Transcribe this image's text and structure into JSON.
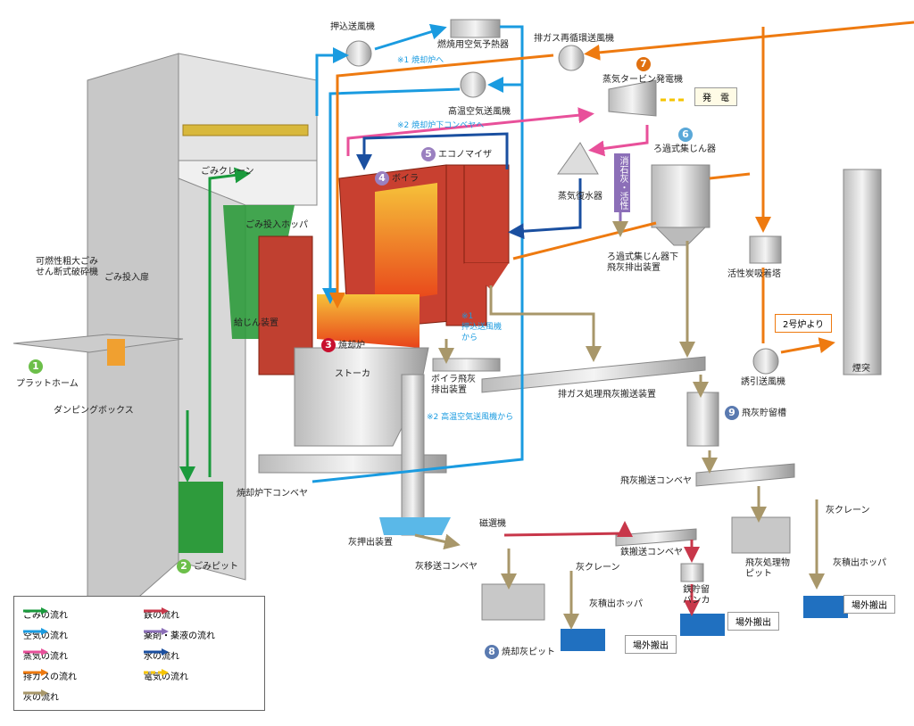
{
  "labels": {
    "push_fan": "押込送風機",
    "air_preheater": "燃焼用空気予熱器",
    "note1_to": "※1 焼却炉へ",
    "recirc_fan": "排ガス再循環送風機",
    "hot_air_fan": "高温空気送風機",
    "note2_to": "※2 焼却炉下コンベヤへ",
    "turbine": "蒸気タービン発電機",
    "power": "発　電",
    "bag_filter": "ろ過式集じん器",
    "economizer": "エコノマイザ",
    "boiler": "ボイラ",
    "crane": "ごみクレーン",
    "condenser": "蒸気復水器",
    "lime": "消石灰・活性炭",
    "hopper": "ごみ投入ホッパ",
    "shredder": "可燃性粗大ごみ\nせん断式破砕機",
    "door": "ごみ投入扉",
    "filter_discharge": "ろ過式集じん器下\n飛灰排出装置",
    "carbon_tower": "活性炭吸着塔",
    "feeder": "給じん装置",
    "furnace": "焼却炉",
    "note1_from": "※1\n押込送風機\nから",
    "unit2": "2号炉より",
    "platform": "プラットホーム",
    "stoker": "ストーカ",
    "boiler_ash": "ボイラ飛灰\n排出装置",
    "induced_fan": "誘引送風機",
    "chimney": "煙突",
    "gas_ash_conveyor": "排ガス処理飛灰搬送装置",
    "dumping_box": "ダンピングボックス",
    "fly_ash_silo": "飛灰貯留槽",
    "note2_from": "※2 高温空気送風機から",
    "fly_ash_conveyor": "飛灰搬送コンベヤ",
    "under_conveyor": "焼却炉下コンベヤ",
    "ash_crane_r": "灰クレーン",
    "ash_pusher": "灰押出装置",
    "magnet": "磁選機",
    "iron_conveyor": "鉄搬送コンベヤ",
    "ash_transfer": "灰移送コンベヤ",
    "pit": "ごみピット",
    "ash_crane_l": "灰クレーン",
    "treated_pit": "飛灰処理物\nピット",
    "ash_hopper_r": "灰積出ホッパ",
    "iron_bunker": "鉄貯留\nバンカ",
    "ash_hopper_l": "灰積出ホッパ",
    "out1": "場外搬出",
    "out2": "場外搬出",
    "out3": "場外搬出",
    "ash_pit": "焼却灰ピット"
  },
  "numbers": {
    "n1": "1",
    "n2": "2",
    "n3": "3",
    "n4": "4",
    "n5": "5",
    "n6": "6",
    "n7": "7",
    "n8": "8",
    "n9": "9"
  },
  "legend": [
    {
      "label": "ごみの流れ",
      "color": "#1a9a3c",
      "dash": false
    },
    {
      "label": "空気の流れ",
      "color": "#1a9be0",
      "dash": false
    },
    {
      "label": "蒸気の流れ",
      "color": "#e8509a",
      "dash": false
    },
    {
      "label": "排ガスの流れ",
      "color": "#ee7a10",
      "dash": false
    },
    {
      "label": "灰の流れ",
      "color": "#a8976a",
      "dash": false
    },
    {
      "label": "鉄の流れ",
      "color": "#c8374a",
      "dash": false
    },
    {
      "label": "薬剤・薬液の流れ",
      "color": "#8c6fb8",
      "dash": false
    },
    {
      "label": "水の流れ",
      "color": "#1a4fa0",
      "dash": false
    },
    {
      "label": "電気の流れ",
      "color": "#f5c400",
      "dash": true
    }
  ]
}
